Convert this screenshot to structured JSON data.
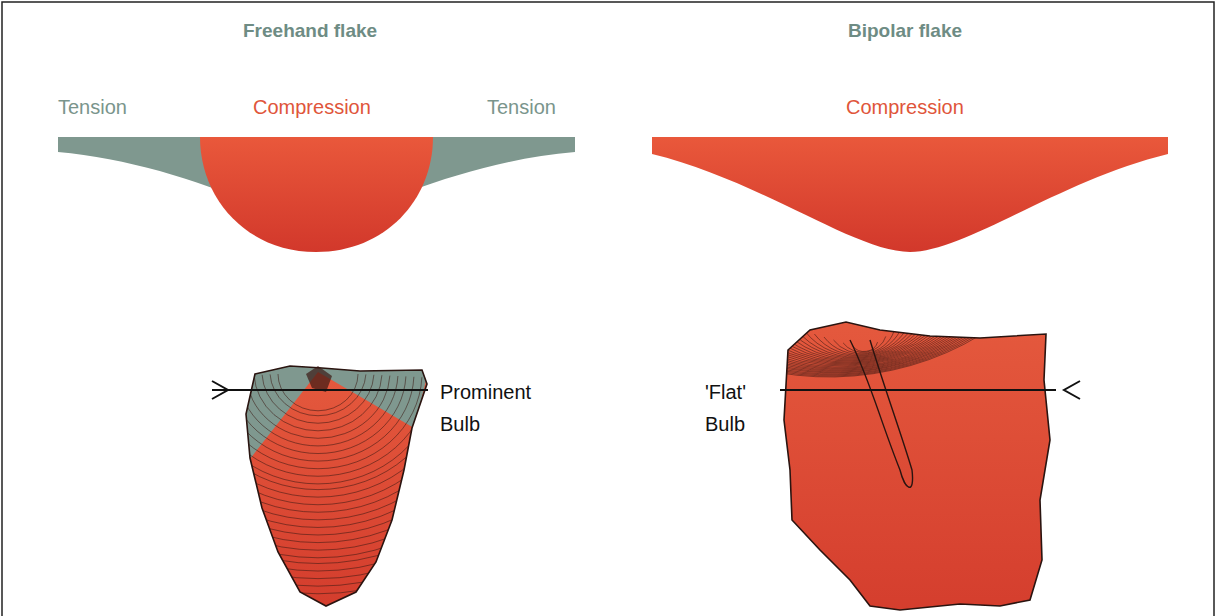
{
  "diagram": {
    "labels": [
      "Freehand flake",
      "Bipolar flake",
      "Tension",
      "Compression",
      "Tension",
      "Compression",
      "Prominent Bulb",
      "'Flat' Bulb"
    ]
  }
}
